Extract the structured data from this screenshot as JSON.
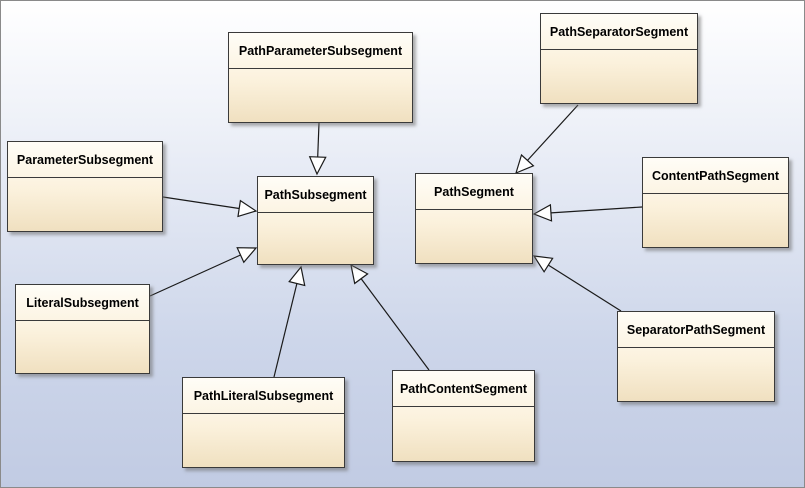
{
  "diagram": {
    "classes": [
      {
        "id": "path-parameter-subsegment",
        "name": "PathParameterSubsegment"
      },
      {
        "id": "path-separator-segment",
        "name": "PathSeparatorSegment"
      },
      {
        "id": "parameter-subsegment",
        "name": "ParameterSubsegment"
      },
      {
        "id": "path-subsegment",
        "name": "PathSubsegment"
      },
      {
        "id": "path-segment",
        "name": "PathSegment"
      },
      {
        "id": "content-path-segment",
        "name": "ContentPathSegment"
      },
      {
        "id": "literal-subsegment",
        "name": "LiteralSubsegment"
      },
      {
        "id": "separator-path-segment",
        "name": "SeparatorPathSegment"
      },
      {
        "id": "path-literal-subsegment",
        "name": "PathLiteralSubsegment"
      },
      {
        "id": "path-content-segment",
        "name": "PathContentSegment"
      }
    ],
    "relations": [
      {
        "type": "generalization",
        "from": "path-parameter-subsegment",
        "to": "path-subsegment"
      },
      {
        "type": "generalization",
        "from": "parameter-subsegment",
        "to": "path-subsegment"
      },
      {
        "type": "generalization",
        "from": "literal-subsegment",
        "to": "path-subsegment"
      },
      {
        "type": "generalization",
        "from": "path-literal-subsegment",
        "to": "path-subsegment"
      },
      {
        "type": "generalization",
        "from": "path-content-segment",
        "to": "path-subsegment"
      },
      {
        "type": "generalization",
        "from": "path-separator-segment",
        "to": "path-segment"
      },
      {
        "type": "generalization",
        "from": "content-path-segment",
        "to": "path-segment"
      },
      {
        "type": "generalization",
        "from": "separator-path-segment",
        "to": "path-segment"
      }
    ]
  }
}
